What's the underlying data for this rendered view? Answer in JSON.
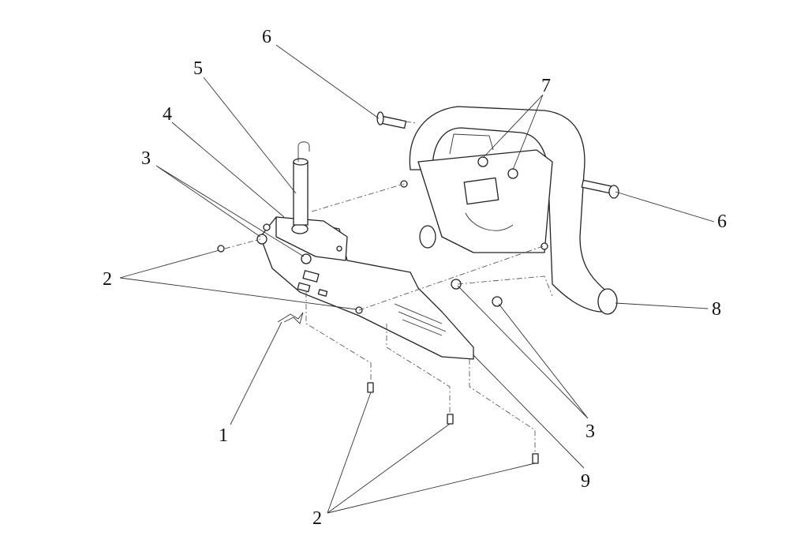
{
  "diagram": {
    "title": "Front bumper / winch mount exploded view",
    "callouts": [
      {
        "id": "6",
        "text": "6"
      },
      {
        "id": "5",
        "text": "5"
      },
      {
        "id": "4",
        "text": "4"
      },
      {
        "id": "3",
        "text": "3"
      },
      {
        "id": "7",
        "text": "7"
      },
      {
        "id": "6b",
        "text": "6"
      },
      {
        "id": "2",
        "text": "2"
      },
      {
        "id": "8",
        "text": "8"
      },
      {
        "id": "1",
        "text": "1"
      },
      {
        "id": "3b",
        "text": "3"
      },
      {
        "id": "9",
        "text": "9"
      },
      {
        "id": "2b",
        "text": "2"
      }
    ]
  }
}
